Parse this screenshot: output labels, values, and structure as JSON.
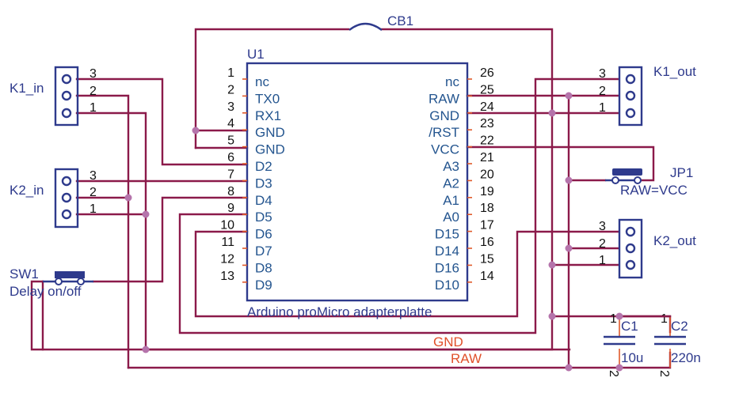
{
  "title": "Arduino proMicro adapterplatte schematic",
  "colors": {
    "wire": "#8b1a4a",
    "part": "#2e3a8c",
    "pin_name": "#24558f",
    "net_label": "#e0502a",
    "junction": "#b574ab"
  },
  "u1": {
    "ref": "U1",
    "value": "Arduino_proMicro_adapterplatte",
    "value_display": "Arduino  proMicro  adapterplatte",
    "left_pins": [
      {
        "num": "1",
        "name": "nc"
      },
      {
        "num": "2",
        "name": "TX0"
      },
      {
        "num": "3",
        "name": "RX1"
      },
      {
        "num": "4",
        "name": "GND"
      },
      {
        "num": "5",
        "name": "GND"
      },
      {
        "num": "6",
        "name": "D2"
      },
      {
        "num": "7",
        "name": "D3"
      },
      {
        "num": "8",
        "name": "D4"
      },
      {
        "num": "9",
        "name": "D5"
      },
      {
        "num": "10",
        "name": "D6"
      },
      {
        "num": "11",
        "name": "D7"
      },
      {
        "num": "12",
        "name": "D8"
      },
      {
        "num": "13",
        "name": "D9"
      }
    ],
    "right_pins": [
      {
        "num": "26",
        "name": "nc"
      },
      {
        "num": "25",
        "name": "RAW"
      },
      {
        "num": "24",
        "name": "GND"
      },
      {
        "num": "23",
        "name": "/RST"
      },
      {
        "num": "22",
        "name": "VCC"
      },
      {
        "num": "21",
        "name": "A3"
      },
      {
        "num": "20",
        "name": "A2"
      },
      {
        "num": "19",
        "name": "A1"
      },
      {
        "num": "18",
        "name": "A0"
      },
      {
        "num": "17",
        "name": "D15"
      },
      {
        "num": "16",
        "name": "D14"
      },
      {
        "num": "15",
        "name": "D16"
      },
      {
        "num": "14",
        "name": "D10"
      }
    ]
  },
  "connectors": {
    "k1_in": {
      "ref": "K1_in",
      "pins": [
        "3",
        "2",
        "1"
      ]
    },
    "k2_in": {
      "ref": "K2_in",
      "pins": [
        "3",
        "2",
        "1"
      ]
    },
    "k1_out": {
      "ref": "K1_out",
      "pins": [
        "3",
        "2",
        "1"
      ]
    },
    "k2_out": {
      "ref": "K2_out",
      "pins": [
        "3",
        "2",
        "1"
      ]
    }
  },
  "cb1": {
    "ref": "CB1"
  },
  "jp1": {
    "ref": "JP1",
    "value": "RAW=VCC"
  },
  "sw1": {
    "ref": "SW1",
    "value": "Delay on/off"
  },
  "c1": {
    "ref": "C1",
    "value": "10u",
    "pin1": "1",
    "pin2": "2"
  },
  "c2": {
    "ref": "C2",
    "value": "220n",
    "pin1": "1",
    "pin2": "2"
  },
  "nets": {
    "gnd": "GND",
    "raw": "RAW"
  }
}
